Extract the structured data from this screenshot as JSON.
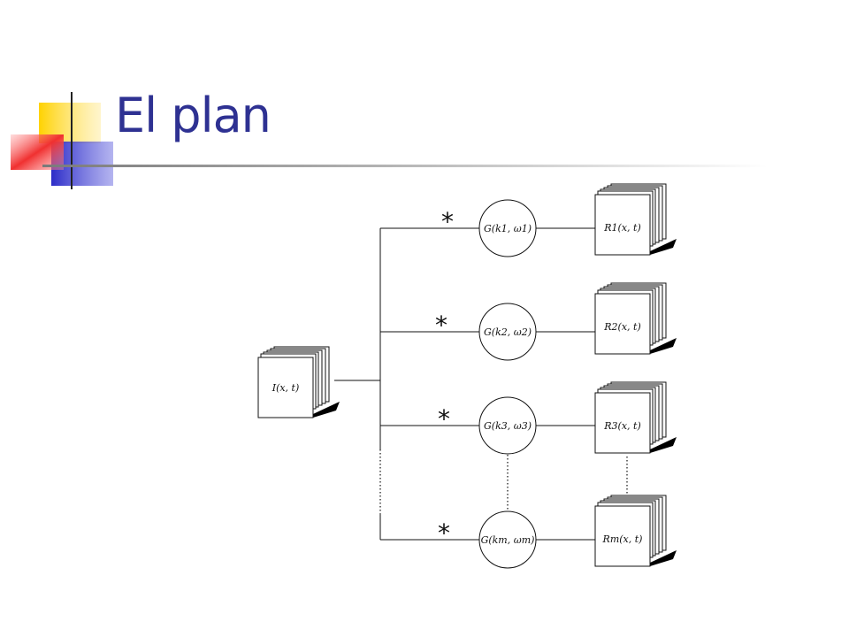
{
  "slide": {
    "title": "El plan"
  },
  "diagram": {
    "input_label": "I(x, t)",
    "operator_symbol": "*",
    "filters": [
      {
        "label": "G(k1, ω1)",
        "output": "R1(x, t)"
      },
      {
        "label": "G(k2, ω2)",
        "output": "R2(x, t)"
      },
      {
        "label": "G(k3, ω3)",
        "output": "R3(x, t)"
      },
      {
        "label": "G(km, ωm)",
        "output": "Rm(x, t)"
      }
    ]
  },
  "colors": {
    "title": "#2e3192",
    "logo_yellow": "#ffd200",
    "logo_blue": "#3a3ad0",
    "logo_red": "#f04040"
  }
}
